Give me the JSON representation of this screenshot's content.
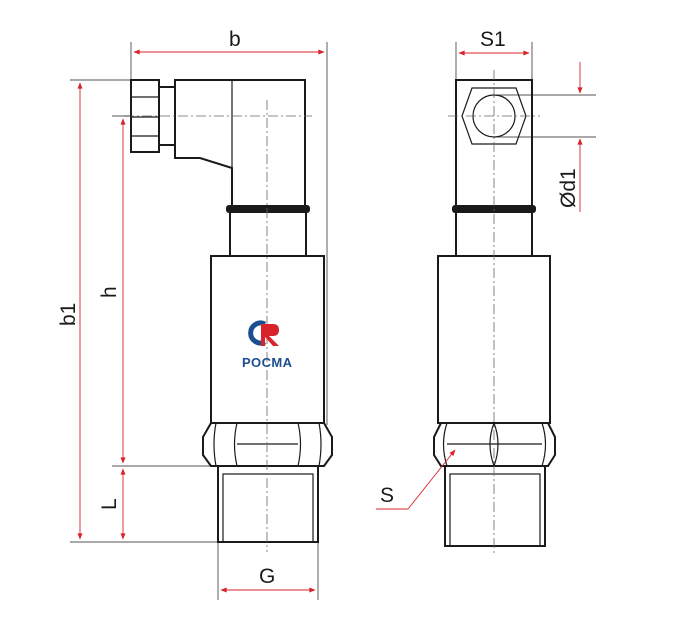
{
  "dimensions": {
    "b": "b",
    "b1": "b1",
    "h": "h",
    "L": "L",
    "G": "G",
    "S1": "S1",
    "d1": "Ød1",
    "S": "S"
  },
  "logo": {
    "text": "РОСМА",
    "colors": {
      "blue": "#1b4f8f",
      "red": "#d8232a"
    }
  },
  "colors": {
    "dimension": "#d8232a",
    "outline": "#1a1a1a"
  }
}
